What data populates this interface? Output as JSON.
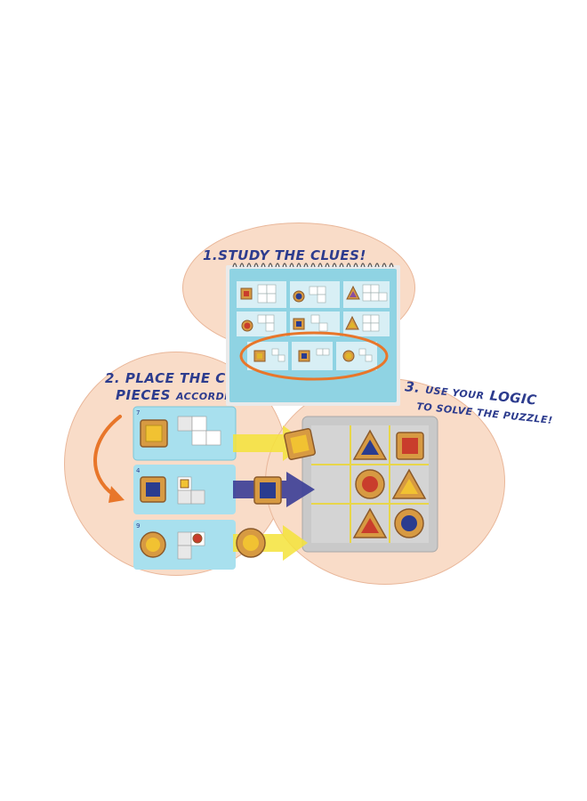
{
  "step1": {
    "number": "1.",
    "text": "STUDY THE CLUES!"
  },
  "step2": {
    "number": "2.",
    "line1": "PLACE THE COOKIE",
    "line2_big": "PIECES",
    "line2_small": "ACCORDINGLY!"
  },
  "step3": {
    "number": "3.",
    "line1_small": "USE YOUR",
    "line1_big": "LOGIC",
    "line2_small": "TO SOLVE THE PUZZLE!"
  },
  "clue_cards": [
    "7",
    "4",
    "9"
  ],
  "colors": {
    "blob_fill": "#f9dcc8",
    "text_navy": "#2d3c8e",
    "book_blue": "#8fd3e3",
    "highlight_orange": "#e8762a",
    "arrow_yellow": "#f4e33a",
    "arrow_navy": "#3a3d96",
    "board_grey": "#c9c9c9"
  }
}
